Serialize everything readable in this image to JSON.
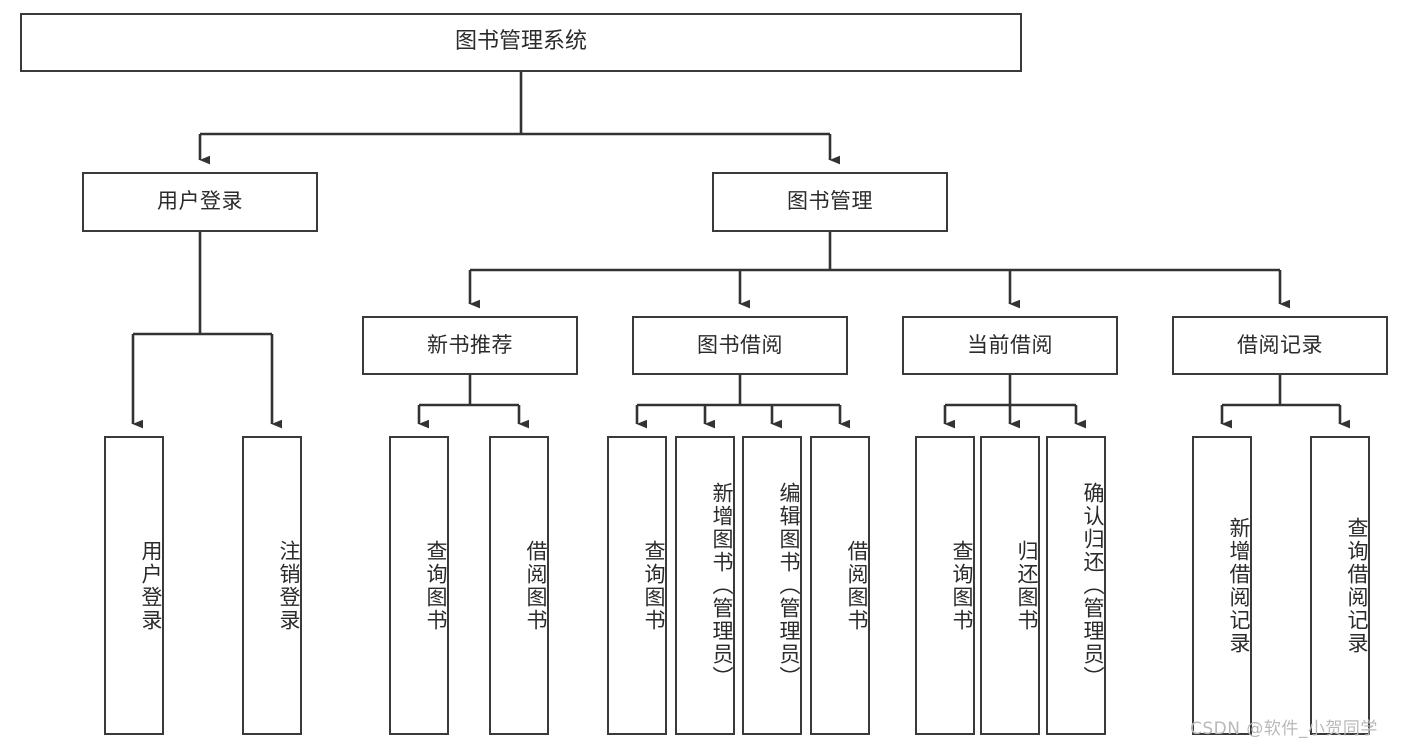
{
  "diagram": {
    "kind": "function-structure-tree",
    "title": "图书管理系统",
    "watermark": "CSDN @软件_小贺同学",
    "colors": {
      "box_border": "#3a3a3a",
      "box_fill": "#ffffff",
      "text": "#2b2b2b",
      "edge": "#333333",
      "watermark": "#b9b9b9",
      "background": "#ffffff"
    },
    "root": {
      "label": "图书管理系统"
    },
    "level2": [
      {
        "id": "user-login",
        "label": "用户登录"
      },
      {
        "id": "book-management",
        "label": "图书管理"
      }
    ],
    "level3": [
      {
        "id": "new-book-recommend",
        "label": "新书推荐",
        "parent": "book-management"
      },
      {
        "id": "book-borrow",
        "label": "图书借阅",
        "parent": "book-management"
      },
      {
        "id": "current-borrow",
        "label": "当前借阅",
        "parent": "book-management"
      },
      {
        "id": "borrow-record",
        "label": "借阅记录",
        "parent": "book-management"
      }
    ],
    "leaves": [
      {
        "id": "leaf-user-login",
        "label": "用户登录",
        "parent": "user-login"
      },
      {
        "id": "leaf-logout-login",
        "label": "注销登录",
        "parent": "user-login"
      },
      {
        "id": "leaf-query-book-1",
        "label": "查询图书",
        "parent": "new-book-recommend"
      },
      {
        "id": "leaf-borrow-book-1",
        "label": "借阅图书",
        "parent": "new-book-recommend"
      },
      {
        "id": "leaf-query-book-2",
        "label": "查询图书",
        "parent": "book-borrow"
      },
      {
        "id": "leaf-add-book",
        "label": "新增图书（管理员）",
        "parent": "book-borrow"
      },
      {
        "id": "leaf-edit-book",
        "label": "编辑图书（管理员）",
        "parent": "book-borrow"
      },
      {
        "id": "leaf-borrow-book-2",
        "label": "借阅图书",
        "parent": "book-borrow"
      },
      {
        "id": "leaf-query-book-3",
        "label": "查询图书",
        "parent": "current-borrow"
      },
      {
        "id": "leaf-return-book",
        "label": "归还图书",
        "parent": "current-borrow"
      },
      {
        "id": "leaf-confirm-return",
        "label": "确认归还（管理员）",
        "parent": "current-borrow"
      },
      {
        "id": "leaf-add-record",
        "label": "新增借阅记录",
        "parent": "borrow-record"
      },
      {
        "id": "leaf-query-record",
        "label": "查询借阅记录",
        "parent": "borrow-record"
      }
    ]
  }
}
